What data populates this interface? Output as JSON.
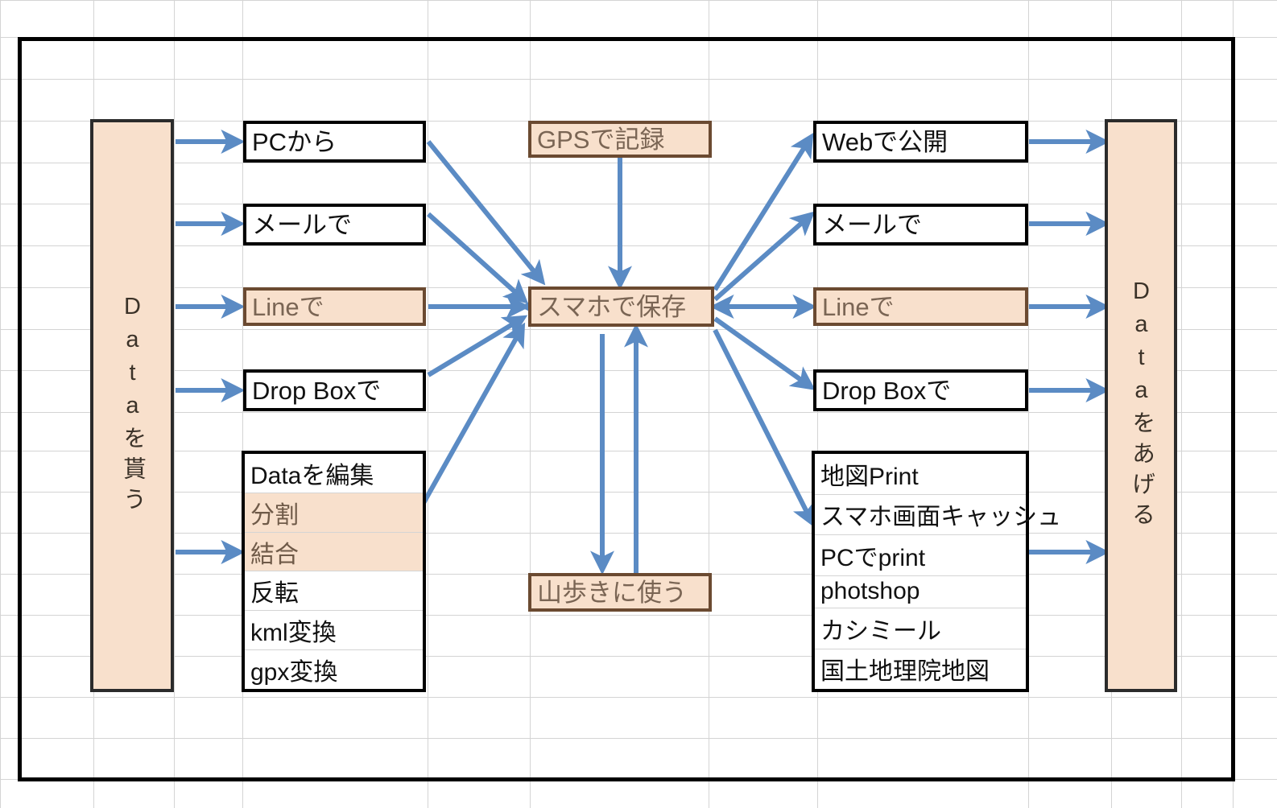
{
  "diagram": {
    "title": "GPS data flow diagram",
    "accent_color": "#f8e0cc",
    "arrow_color": "#5b8bc4",
    "border_color": "#000000"
  },
  "left_panel": {
    "label": "Dataを貰う"
  },
  "right_panel": {
    "label": "Dataをあげる"
  },
  "hub": {
    "label": "スマホで保存"
  },
  "gps": {
    "label": "GPSで記録"
  },
  "hiking": {
    "label": "山歩きに使う"
  },
  "left_inputs": [
    {
      "label": "PCから",
      "accent": false
    },
    {
      "label": "メールで",
      "accent": false
    },
    {
      "label": "Lineで",
      "accent": true
    },
    {
      "label": "Drop Boxで",
      "accent": false
    }
  ],
  "edit_list": {
    "rows": [
      {
        "label": "Dataを編集",
        "highlight": false
      },
      {
        "label": "分割",
        "highlight": true
      },
      {
        "label": "結合",
        "highlight": true
      },
      {
        "label": "反転",
        "highlight": false
      },
      {
        "label": "kml変換",
        "highlight": false
      },
      {
        "label": "gpx変換",
        "highlight": false
      }
    ]
  },
  "right_outputs": [
    {
      "label": "Webで公開",
      "accent": false
    },
    {
      "label": "メールで",
      "accent": false
    },
    {
      "label": "Lineで",
      "accent": true
    },
    {
      "label": "Drop Boxで",
      "accent": false
    }
  ],
  "output_list": {
    "rows": [
      {
        "label": "地図Print",
        "highlight": false
      },
      {
        "label": "スマホ画面キャッシュ",
        "highlight": false
      },
      {
        "label": "PCでprint",
        "highlight": false
      },
      {
        "label": "photshop",
        "highlight": false
      },
      {
        "label": "カシミール",
        "highlight": false
      },
      {
        "label": "国土地理院地図",
        "highlight": false
      }
    ]
  }
}
